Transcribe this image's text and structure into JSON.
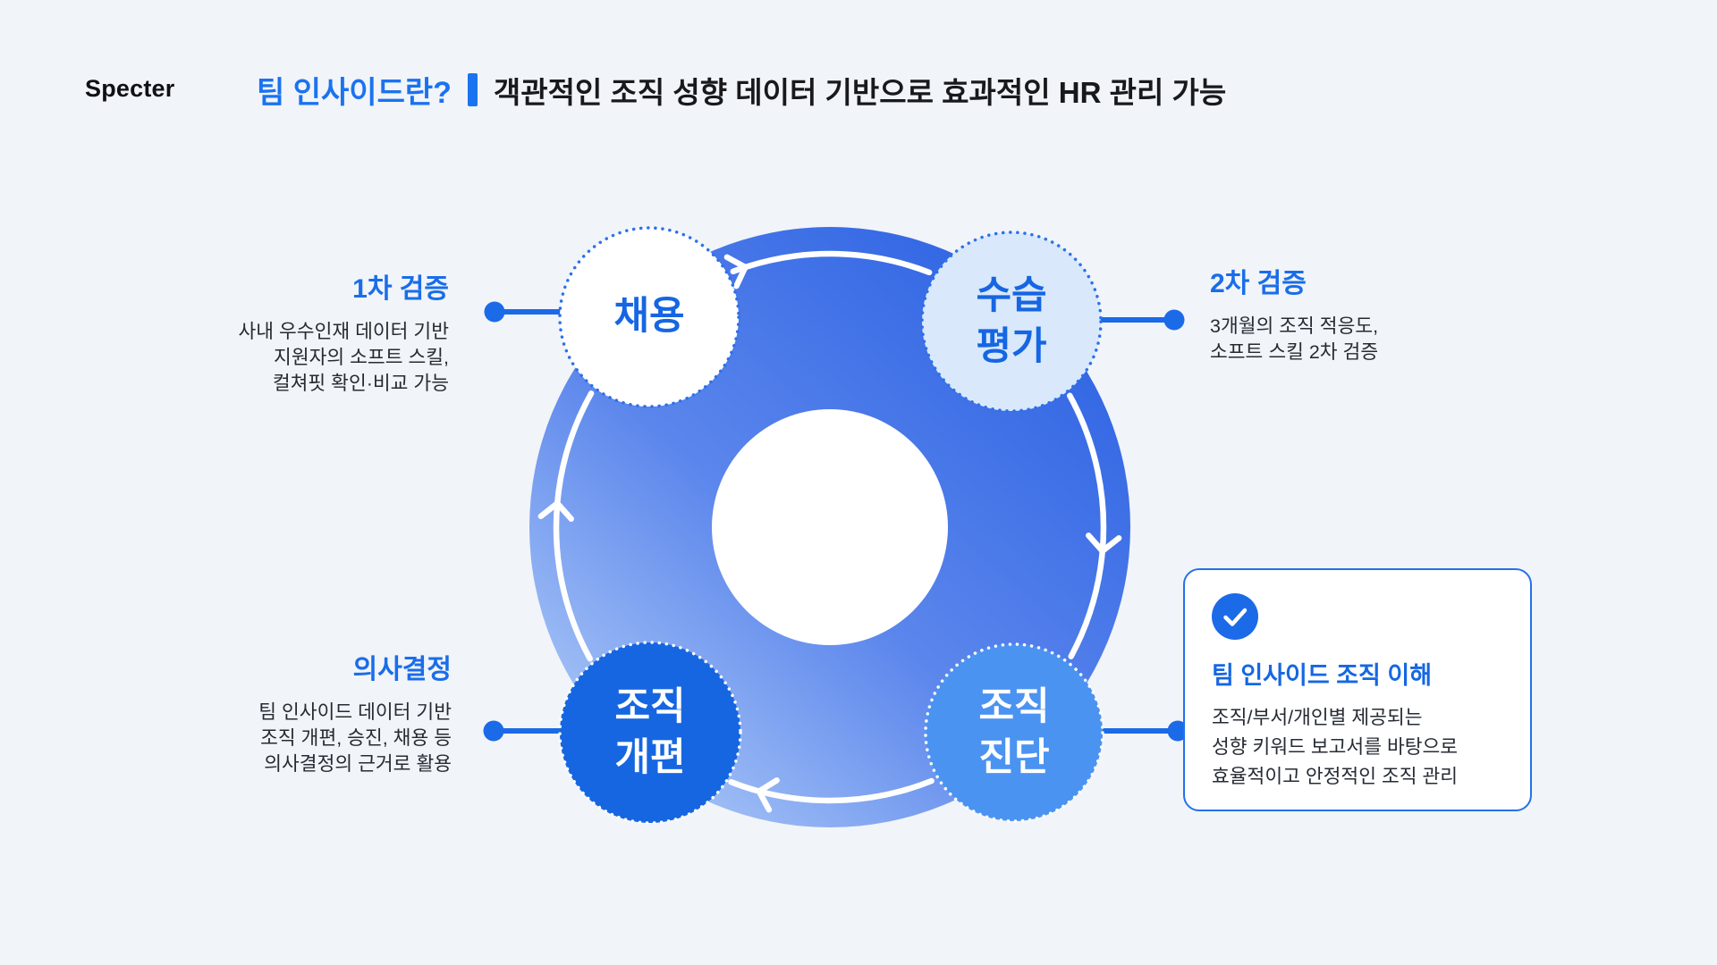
{
  "header": {
    "logo": "Specter",
    "title": "팀 인사이드란?",
    "subtitle": "객관적인 조직 성향 데이터 기반으로 효과적인 HR 관리 가능"
  },
  "cycle": {
    "direction": "clockwise",
    "nodes": [
      {
        "id": "recruit",
        "label": "채용",
        "style": "white-fill-blue-text"
      },
      {
        "id": "probation",
        "label_line1": "수습",
        "label_line2": "평가",
        "style": "lightblue-fill-blue-text"
      },
      {
        "id": "diagnosis",
        "label_line1": "조직",
        "label_line2": "진단",
        "style": "mediumblue-fill-white-text"
      },
      {
        "id": "reorg",
        "label_line1": "조직",
        "label_line2": "개편",
        "style": "strongblue-fill-white-text"
      }
    ]
  },
  "annotations": {
    "first_check": {
      "heading": "1차 검증",
      "lines": [
        "사내 우수인재 데이터 기반",
        "지원자의 소프트 스킬,",
        "컬쳐핏 확인·비교 가능"
      ]
    },
    "second_check": {
      "heading": "2차 검증",
      "lines": [
        "3개월의 조직 적응도,",
        "소프트 스킬 2차 검증"
      ]
    },
    "decision": {
      "heading": "의사결정",
      "lines": [
        "팀 인사이드 데이터 기반",
        "조직 개편, 승진, 채용 등",
        "의사결정의 근거로 활용"
      ]
    },
    "card": {
      "icon": "check-icon",
      "heading": "팀 인사이드 조직 이해",
      "lines": [
        "조직/부서/개인별 제공되는",
        "성향 키워드 보고서를 바탕으로",
        "효율적이고 안정적인 조직 관리"
      ]
    }
  },
  "colors": {
    "background": "#F1F4F8",
    "accent_blue": "#1B6AE8",
    "title_blue": "#1A73F0",
    "ring_gradient_light": "#AECAF7",
    "ring_gradient_dark": "#2E63E3",
    "node_recruit_fill": "#FFFFFF",
    "node_probation_fill": "#D9E8FB",
    "node_diagnosis_fill": "#4B93F1",
    "node_reorg_fill": "#1666E1",
    "node_text_blue": "#1566E2",
    "body_text": "#262B33",
    "heading_text": "#17191D"
  }
}
